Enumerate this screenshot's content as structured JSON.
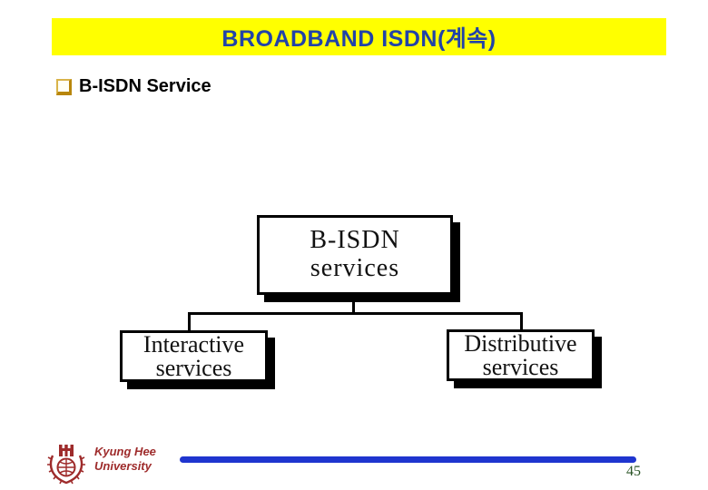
{
  "header": {
    "title": "BROADBAND ISDN(계속)"
  },
  "content": {
    "bullet_label": "B-ISDN Service"
  },
  "diagram": {
    "type": "hierarchy",
    "root": {
      "line1": "B-ISDN",
      "line2": "services"
    },
    "children": [
      {
        "line1": "Interactive",
        "line2": "services"
      },
      {
        "line1": "Distributive",
        "line2": "services"
      }
    ]
  },
  "footer": {
    "institution_line1": "Kyung Hee",
    "institution_line2": "University",
    "page_number": "45"
  },
  "icons": {
    "bullet": "square-outline-bullet",
    "logo": "kyung-hee-university-emblem"
  },
  "colors": {
    "title_text": "#2243A8",
    "title_bg": "#FFFF00",
    "bullet_gold": "#B8860B",
    "box_border": "#000000",
    "box_shadow": "#000000",
    "institution_red": "#9E2B2B",
    "footer_bar_blue": "#1F35CF",
    "page_number_green": "#2A5426"
  }
}
